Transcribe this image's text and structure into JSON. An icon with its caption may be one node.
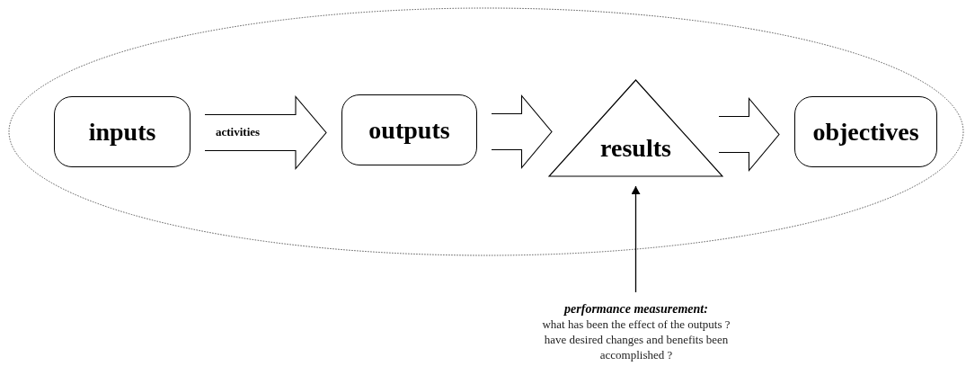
{
  "diagram": {
    "nodes": [
      {
        "text": [],
        "shape": "ellipse"
      },
      {
        "text": [
          "inputs"
        ],
        "in": 0
      },
      {
        "text": [
          "outputs"
        ],
        "in": 0
      },
      {
        "text": [
          "results"
        ],
        "in": 0
      },
      {
        "text": [
          "objectives"
        ],
        "in": 0
      },
      {
        "text": [
          "performance measurement:",
          "what has been the effect of the outputs ? have desired changes and benefits been accomplished ?"
        ]
      }
    ],
    "edges": [
      {
        "from": 1,
        "to": 2,
        "arrow": "to",
        "label": "activities",
        "style": "thick"
      },
      {
        "from": 2,
        "to": 3,
        "arrow": "to",
        "style": "thick"
      },
      {
        "from": 3,
        "to": 4,
        "arrow": "to",
        "style": "thick"
      },
      {
        "from": 5,
        "to": 3,
        "arrow": "to"
      }
    ]
  }
}
